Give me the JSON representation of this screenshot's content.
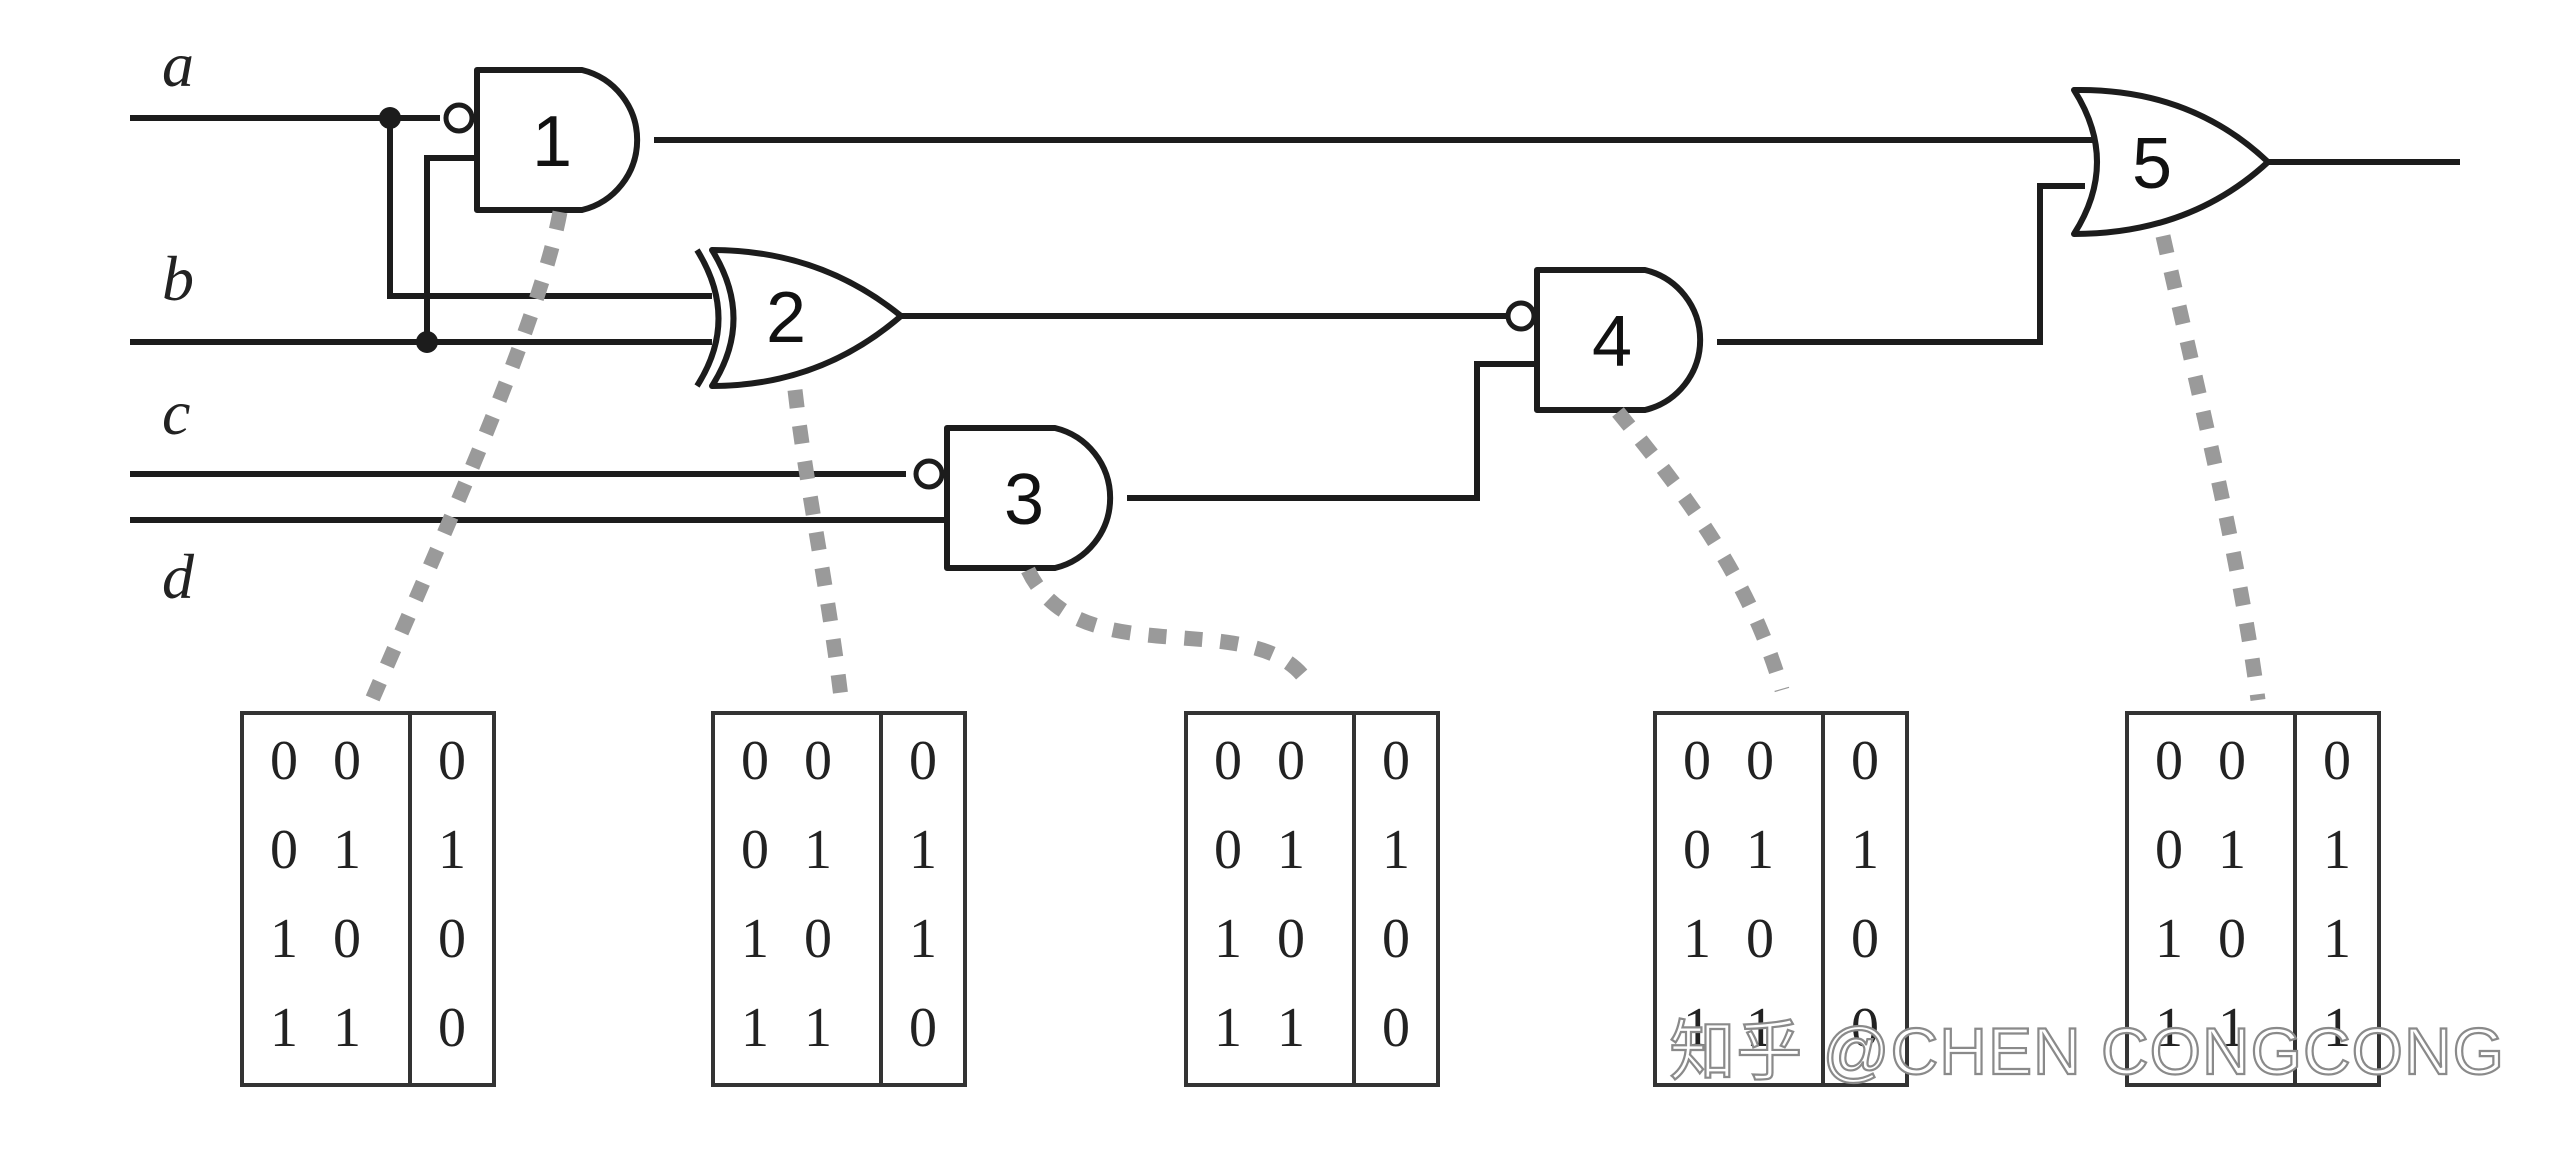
{
  "inputs": [
    "a",
    "b",
    "c",
    "d"
  ],
  "gates": [
    {
      "label": "1",
      "type": "AND",
      "inverted_inputs": [
        "a"
      ]
    },
    {
      "label": "2",
      "type": "XOR"
    },
    {
      "label": "3",
      "type": "AND",
      "inverted_inputs": [
        "c"
      ]
    },
    {
      "label": "4",
      "type": "AND",
      "inverted_inputs": [
        "gate2"
      ]
    },
    {
      "label": "5",
      "type": "OR"
    }
  ],
  "truth_tables": [
    {
      "gate": "1",
      "rows": [
        [
          "0",
          "0",
          "0"
        ],
        [
          "0",
          "1",
          "1"
        ],
        [
          "1",
          "0",
          "0"
        ],
        [
          "1",
          "1",
          "0"
        ]
      ]
    },
    {
      "gate": "2",
      "rows": [
        [
          "0",
          "0",
          "0"
        ],
        [
          "0",
          "1",
          "1"
        ],
        [
          "1",
          "0",
          "1"
        ],
        [
          "1",
          "1",
          "0"
        ]
      ]
    },
    {
      "gate": "3",
      "rows": [
        [
          "0",
          "0",
          "0"
        ],
        [
          "0",
          "1",
          "1"
        ],
        [
          "1",
          "0",
          "0"
        ],
        [
          "1",
          "1",
          "0"
        ]
      ]
    },
    {
      "gate": "4",
      "rows": [
        [
          "0",
          "0",
          "0"
        ],
        [
          "0",
          "1",
          "1"
        ],
        [
          "1",
          "0",
          "0"
        ],
        [
          "1",
          "1",
          "0"
        ]
      ]
    },
    {
      "gate": "5",
      "rows": [
        [
          "0",
          "0",
          "0"
        ],
        [
          "0",
          "1",
          "1"
        ],
        [
          "1",
          "0",
          "1"
        ],
        [
          "1",
          "1",
          "1"
        ]
      ]
    }
  ],
  "watermark": "知乎 @CHEN CONGCONG",
  "colors": {
    "line": "#1c1c1c",
    "leader": "#9a9a9a",
    "background": "#ffffff"
  }
}
